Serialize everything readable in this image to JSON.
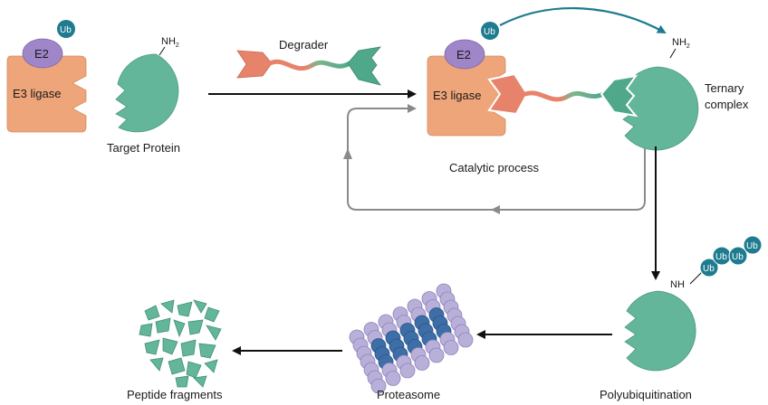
{
  "labels": {
    "e2": "E2",
    "ub": "Ub",
    "e3_ligase": "E3 ligase",
    "nh2_main": "NH",
    "nh2_sub": "2",
    "target_protein": "Target Protein",
    "degrader": "Degrader",
    "ternary_line1": "Ternary",
    "ternary_line2": "complex",
    "catalytic_process": "Catalytic process",
    "nh": "NH",
    "polyubiquitination": "Polyubiquitination",
    "proteasome": "Proteasome",
    "peptide_fragments": "Peptide fragments"
  },
  "colors": {
    "e3_orange": "#EFA57A",
    "e2_purple": "#9F86C8",
    "ub_teal": "#1E7B90",
    "protein_green": "#63B69A",
    "degrader_salmon": "#E7836B",
    "degrader_green": "#4FA88A",
    "arrow_black": "#111111",
    "arrow_gray": "#8a8a8a",
    "proteasome_light": "#B9B0DA",
    "proteasome_dark": "#3D6EA8"
  }
}
